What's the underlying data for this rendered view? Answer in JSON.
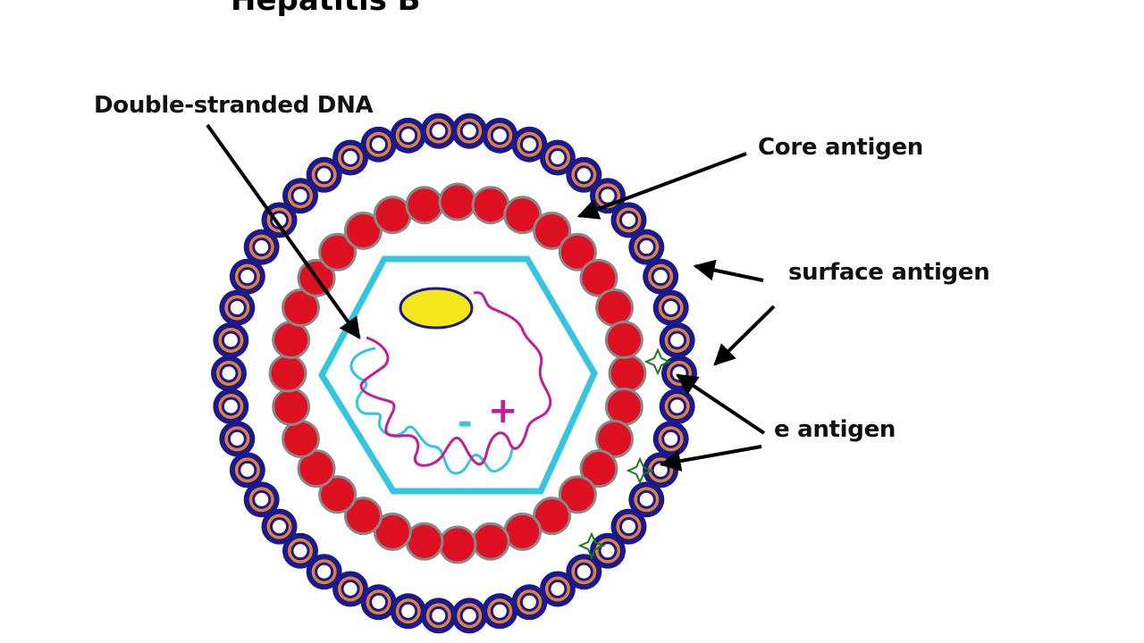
{
  "title": "Hepatitis B",
  "labels": {
    "dna": "Double-stranded DNA",
    "core": "Core antigen",
    "surface": "surface antigen",
    "e_antigen": "e antigen"
  },
  "symbols": {
    "plus": "+",
    "minus": "-"
  },
  "colors": {
    "envelope_outer": "#1a1a8c",
    "envelope_ring": "#e0803a",
    "core_particle": "#dd1122",
    "core_particle_border": "#888888",
    "capsid": "#35c5e0",
    "dna_plus_strand": "#c21e9c",
    "dna_minus_strand": "#35c5e0",
    "polymerase": "#f4e81c",
    "e_antigen_star": "#1a7a1a"
  }
}
